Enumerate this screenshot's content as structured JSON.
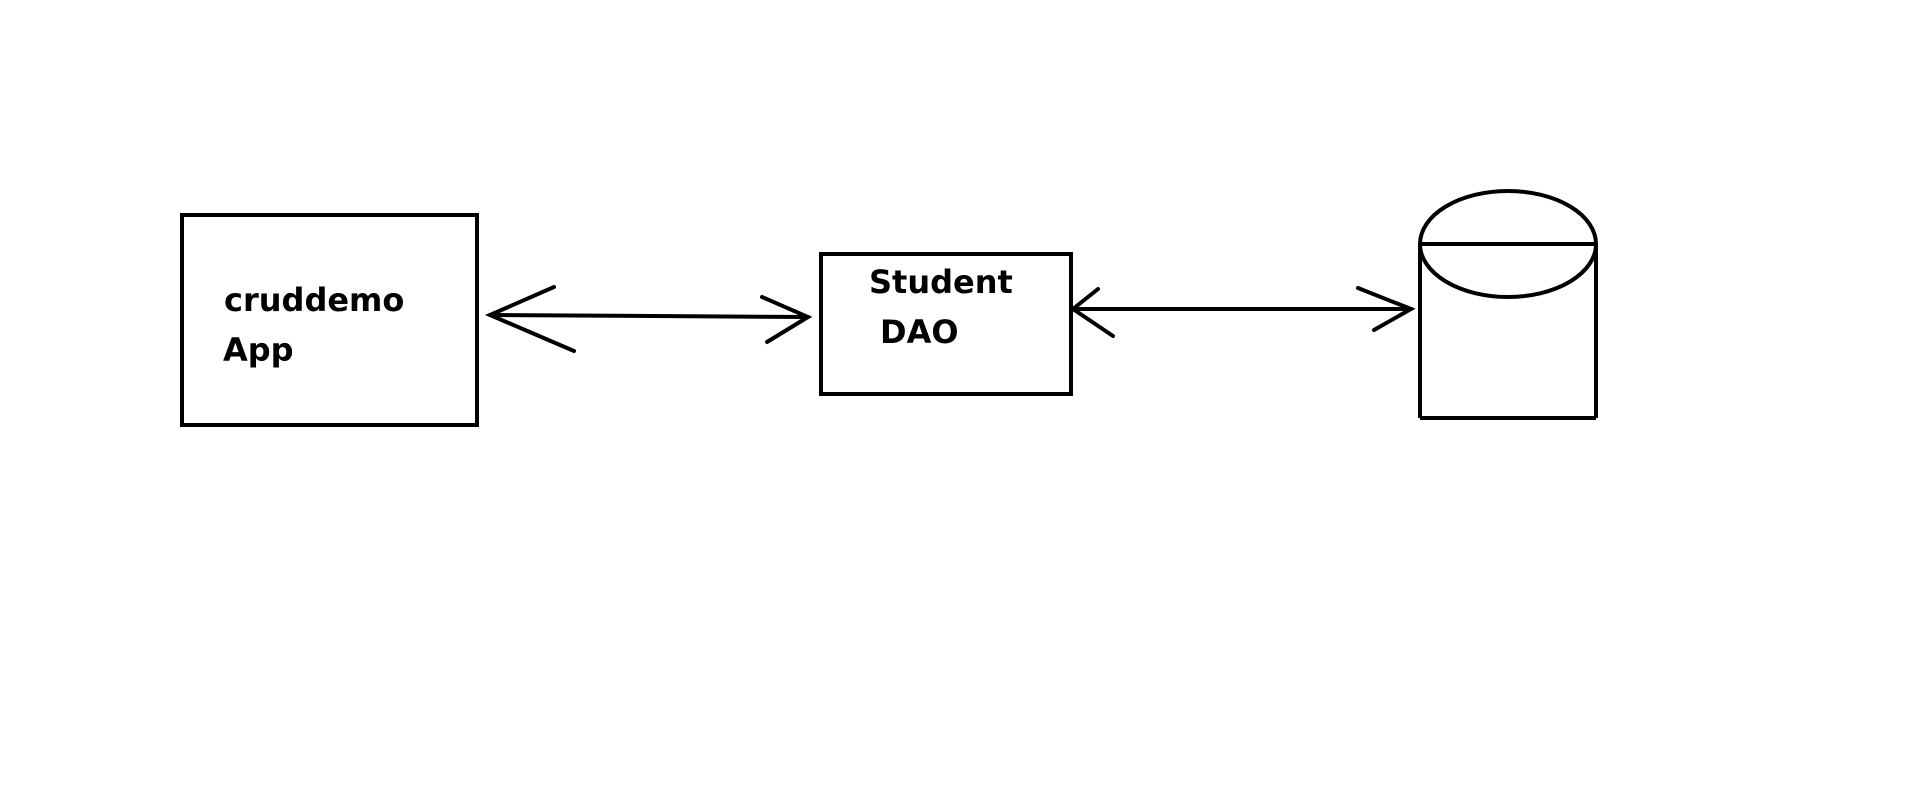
{
  "diagram": {
    "app_box": {
      "line1": "cruddemo",
      "line2": "App"
    },
    "dao_box": {
      "line1": "Student",
      "line2": "DAO"
    },
    "database_icon": "database-cylinder-icon",
    "connectors": [
      {
        "from": "app_box",
        "to": "dao_box",
        "style": "double-headed-arrow"
      },
      {
        "from": "dao_box",
        "to": "database",
        "style": "double-headed-arrow"
      }
    ],
    "stroke_color": "#000000",
    "background_color": "#ffffff"
  }
}
